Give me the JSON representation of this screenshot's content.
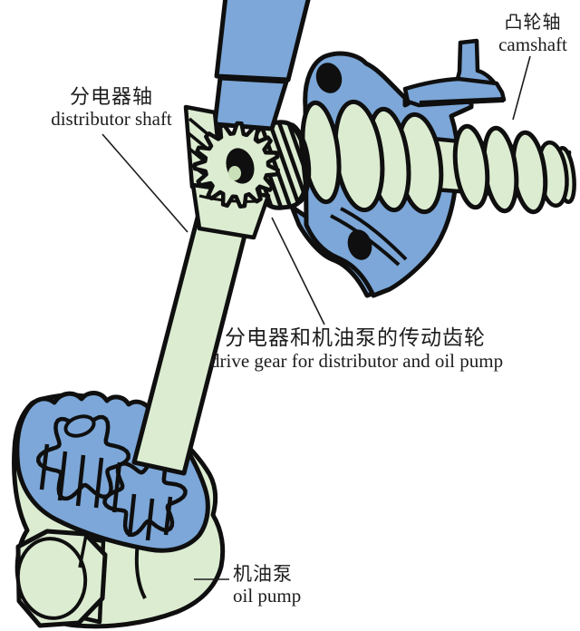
{
  "figure": {
    "type": "technical-illustration",
    "subject": "engine distributor / camshaft / oil pump drive",
    "colors": {
      "part_blue": "#7ca7d8",
      "part_green": "#dcecd1",
      "outline": "#0f0f0f",
      "background": "#ffffff"
    },
    "labels": {
      "camshaft": {
        "zh": "凸轮轴",
        "en": "camshaft"
      },
      "distributor_shaft": {
        "zh": "分电器轴",
        "en": "distributor shaft"
      },
      "drive_gear": {
        "zh": "分电器和机油泵的传动齿轮",
        "en": "drive gear for distributor and oil pump"
      },
      "oil_pump": {
        "zh": "机油泵",
        "en": "oil pump"
      }
    }
  }
}
